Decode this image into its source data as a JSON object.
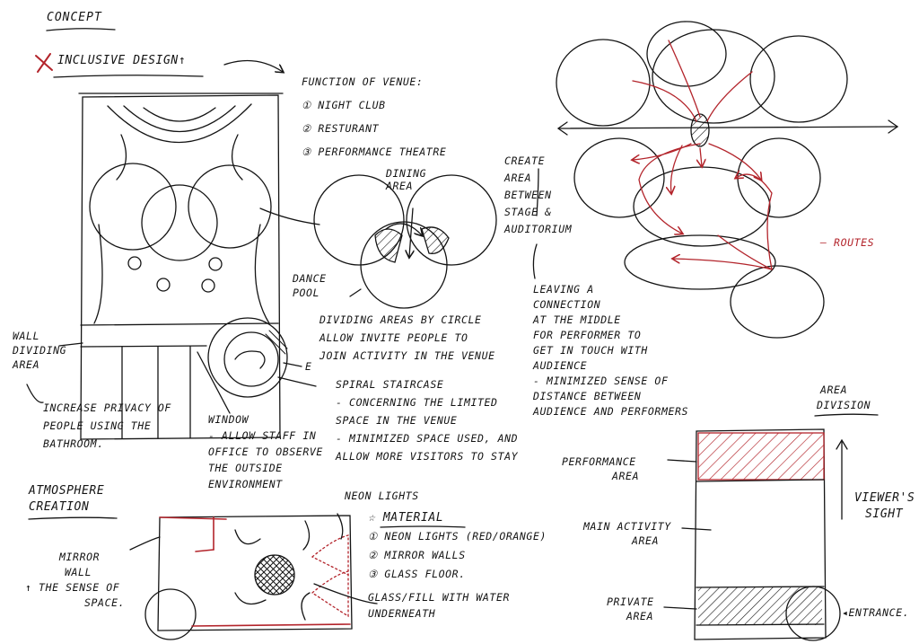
{
  "concept": {
    "title": "CONCEPT"
  },
  "inclusive": {
    "title": "INCLUSIVE DESIGN↑"
  },
  "function_of_venue": {
    "title": "FUNCTION OF VENUE:",
    "items": [
      "① NIGHT CLUB",
      "② RESTURANT",
      "③ PERFORMANCE THEATRE"
    ]
  },
  "labels": {
    "dining_area": [
      "DINING",
      "AREA"
    ],
    "dance_pool": [
      "DANCE",
      "POOL"
    ],
    "wall_dividing_area": [
      "WALL",
      "DIVIDING",
      "AREA"
    ],
    "e_marker": "E",
    "routes": "— ROUTES",
    "neon_lights": "NEON LIGHTS"
  },
  "notes": {
    "dividing_areas": [
      "DIVIDING AREAS BY CIRCLE",
      "ALLOW INVITE PEOPLE TO",
      "JOIN ACTIVITY IN THE VENUE"
    ],
    "privacy": [
      "INCREASE PRIVACY OF",
      "PEOPLE USING THE",
      "BATHROOM."
    ],
    "window": [
      "WINDOW",
      "- ALLOW STAFF IN",
      "OFFICE TO OBSERVE",
      "THE OUTSIDE",
      "ENVIRONMENT"
    ],
    "spiral": [
      "SPIRAL STAIRCASE",
      "- CONCERNING THE LIMITED",
      "SPACE IN THE VENUE",
      "- MINIMIZED SPACE USED, AND",
      "ALLOW MORE VISITORS TO STAY"
    ],
    "create_area": [
      "CREATE",
      "AREA",
      "BETWEEN",
      "STAGE &",
      "AUDITORIUM"
    ],
    "leaving": [
      "LEAVING A",
      "CONNECTION",
      "AT THE MIDDLE",
      "FOR PERFORMER TO",
      "GET IN TOUCH WITH",
      "AUDIENCE",
      "- MINIMIZED SENSE OF",
      "DISTANCE BETWEEN",
      "AUDIENCE AND PERFORMERS"
    ]
  },
  "atmosphere": {
    "title": [
      "ATMOSPHERE",
      "CREATION"
    ]
  },
  "mirror_wall": [
    "MIRROR",
    "WALL",
    "↑ THE SENSE OF",
    "SPACE."
  ],
  "material": {
    "title": "☆ MATERIAL",
    "items": [
      "① NEON LIGHTS (RED/ORANGE)",
      "② MIRROR WALLS",
      "③ GLASS FLOOR."
    ]
  },
  "glass_note": [
    "GLASS/FILL WITH WATER",
    "UNDERNEATH"
  ],
  "area_division": {
    "title": [
      "AREA",
      "DIVISION"
    ],
    "performance": [
      "PERFORMANCE",
      "AREA"
    ],
    "main": [
      "MAIN ACTIVITY",
      "AREA"
    ],
    "private": [
      "PRIVATE",
      "AREA"
    ],
    "viewers": [
      "VIEWER'S",
      "SIGHT"
    ],
    "entrance": "◂ENTRANCE."
  },
  "colors": {
    "ink": "#141414",
    "accent_red": "#b3242b"
  }
}
